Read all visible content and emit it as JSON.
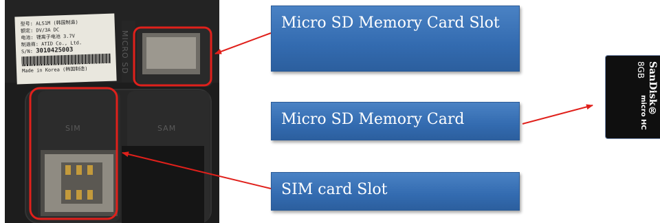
{
  "photo": {
    "sticker_lines": [
      "型号: ALS1M (韩国制造)",
      "额定: DV/3A DC",
      "电池: 锂离子电池 3.7V",
      "制造商: ATID Co., Ltd.",
      "S/N: "
    ],
    "serial_number": "3010425003",
    "made_in": "Made in Korea (韩国制造)",
    "engraved_micro": "MICRO SD",
    "engraved_sim": "SIM",
    "engraved_sam": "SAM"
  },
  "callouts": {
    "micro_sd_slot": "Micro SD Memory Card Slot",
    "micro_sd_card": "Micro SD Memory Card",
    "sim_slot": "SIM card Slot"
  },
  "sd_card": {
    "brand": "SanDisk®",
    "capacity": "8GB",
    "type": "micro HC"
  },
  "colors": {
    "arrow": "#e0201b",
    "highlight_box": "#e0201b",
    "callout_fill": "#336bb0"
  }
}
